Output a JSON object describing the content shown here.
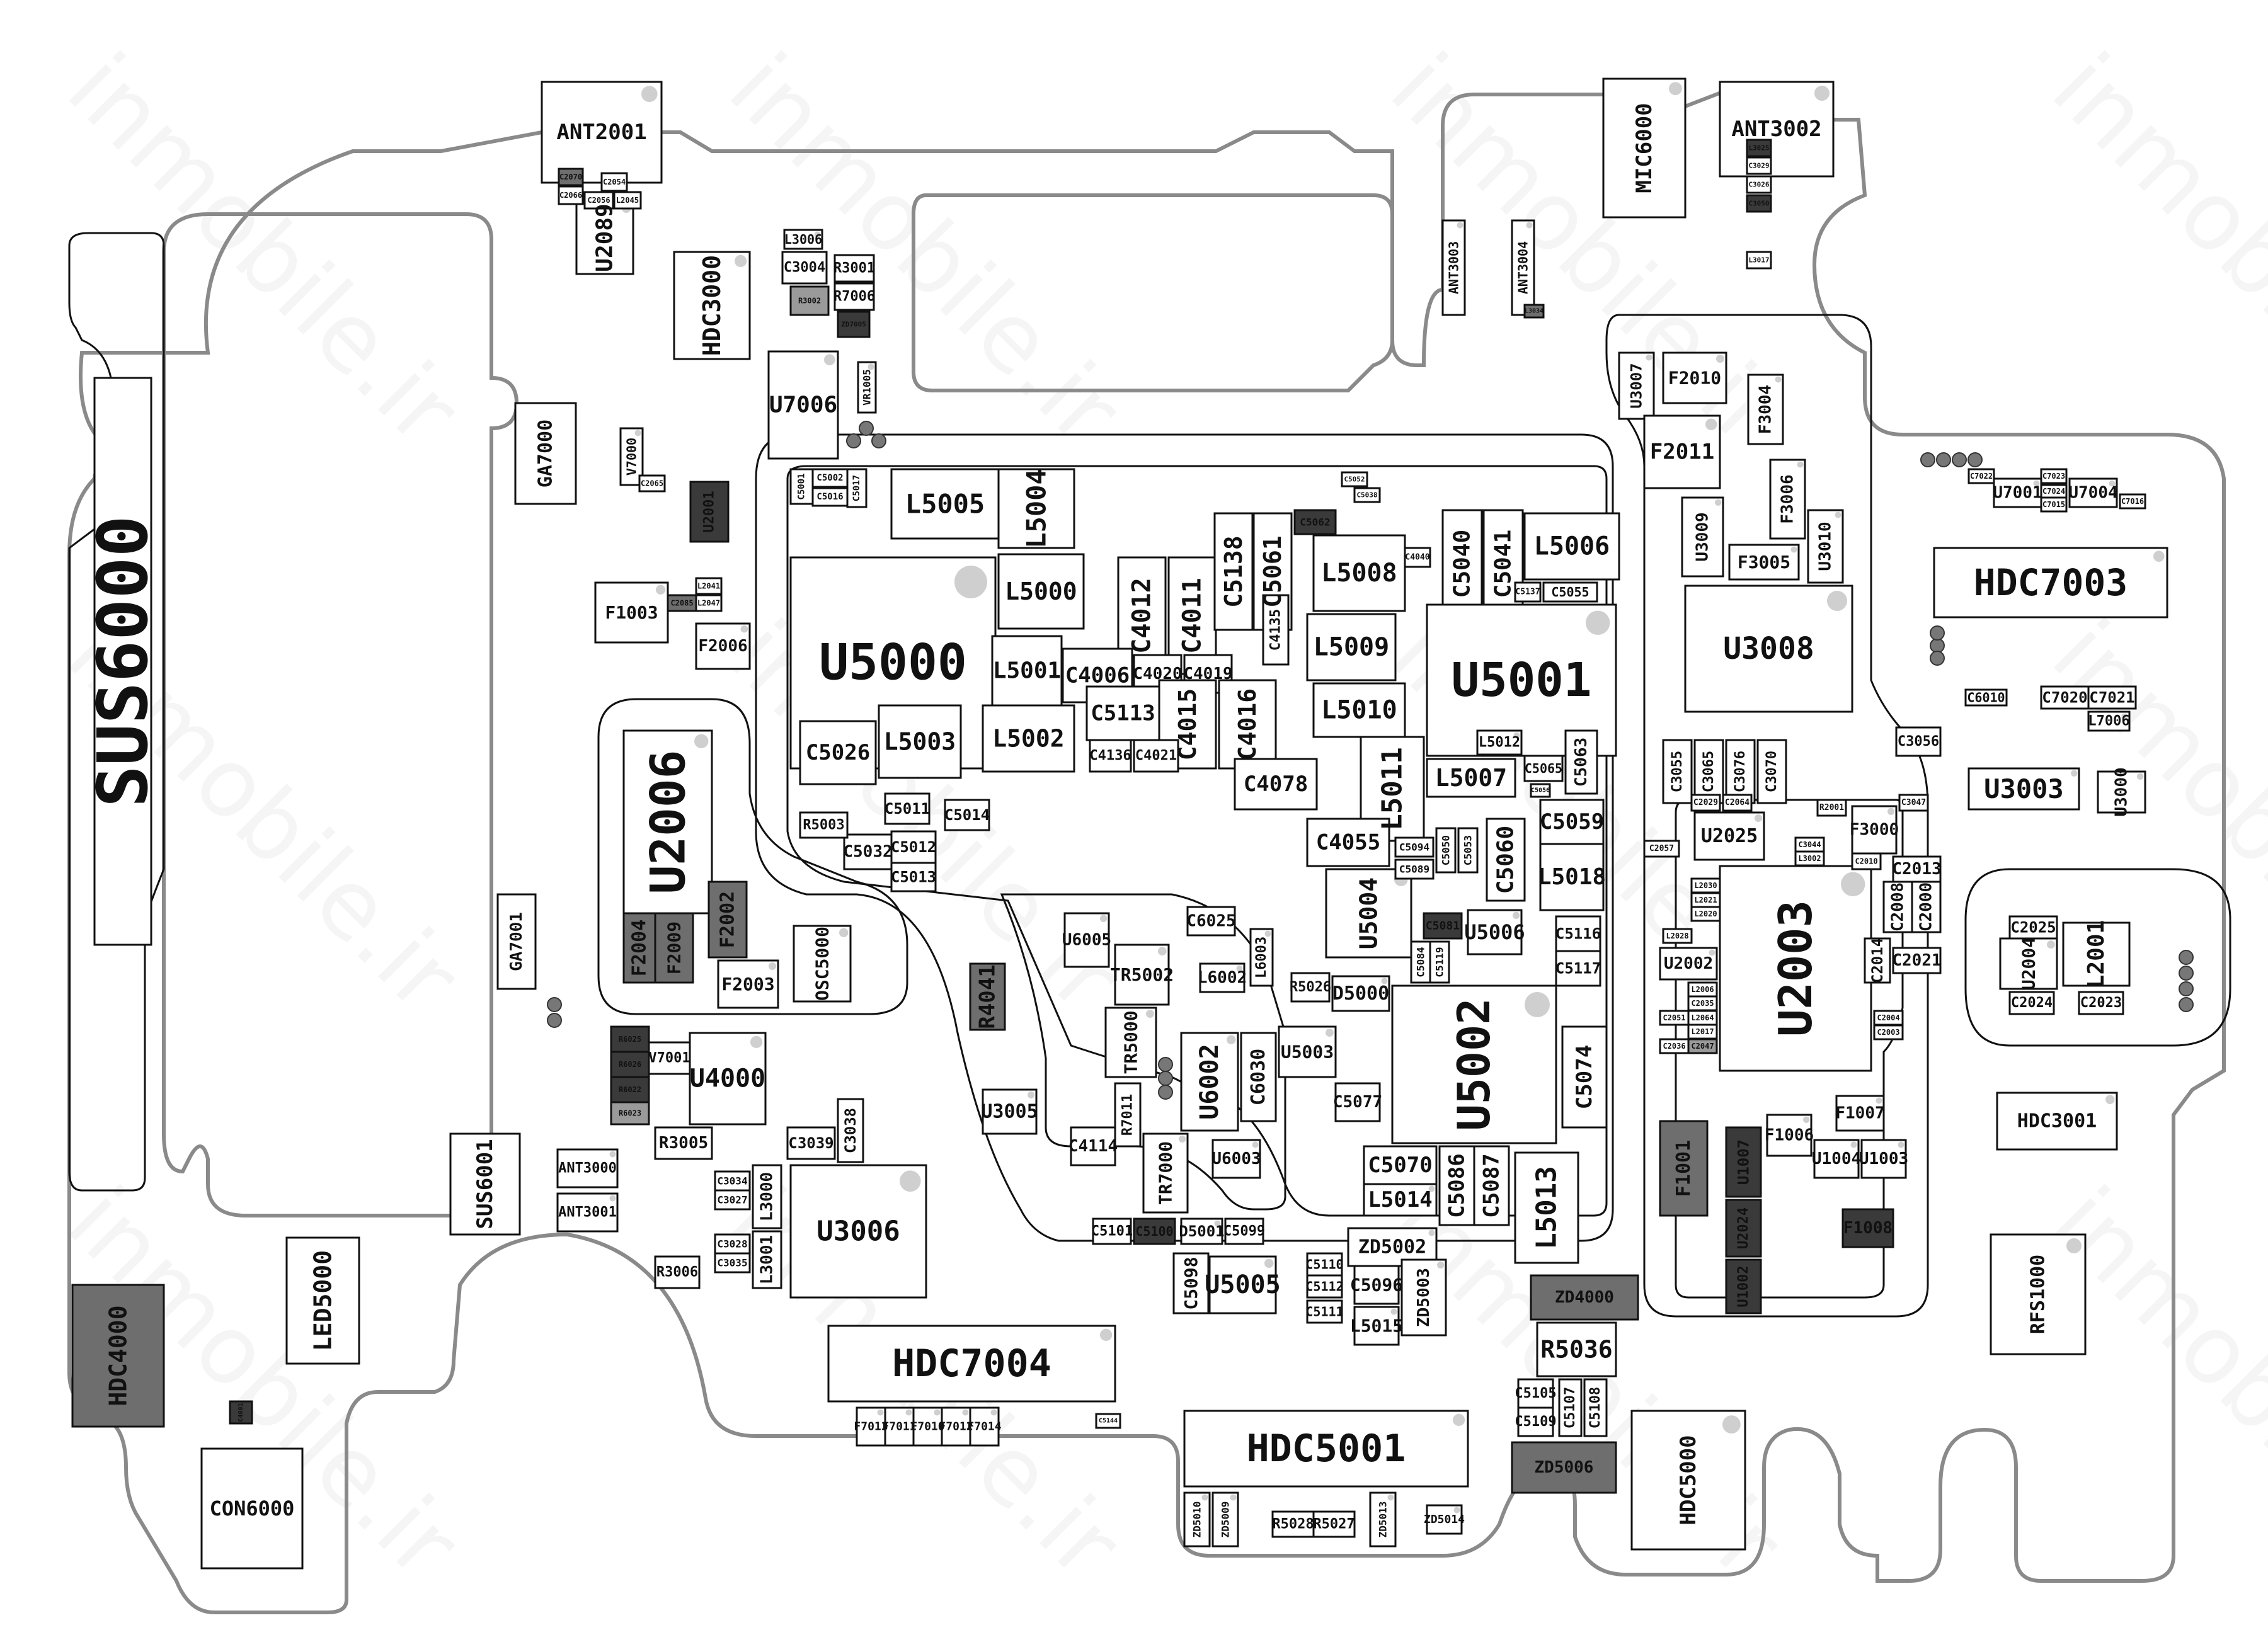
{
  "diagram": {
    "title": "PCB component placement",
    "watermark": "inmobile.ir",
    "colors": {
      "outline": "#8a8a8a",
      "fill_white": "#ffffff",
      "fill_light": "#9a9a9a",
      "fill_mid": "#6e6e6e",
      "fill_dark": "#3a3a3a",
      "text": "#111111",
      "pin1_dot": "#cfcfcf"
    }
  },
  "components": [
    {
      "id": "SUS6000",
      "shade": "white"
    },
    {
      "id": "ANT2001",
      "shade": "white"
    },
    {
      "id": "U2089",
      "shade": "white"
    },
    {
      "id": "HDC3000",
      "shade": "white"
    },
    {
      "id": "GA7000",
      "shade": "white"
    },
    {
      "id": "V7000",
      "shade": "white"
    },
    {
      "id": "U2001",
      "shade": "dark"
    },
    {
      "id": "F1003",
      "shade": "white"
    },
    {
      "id": "F2006",
      "shade": "white"
    },
    {
      "id": "U7006",
      "shade": "white"
    },
    {
      "id": "VR1005",
      "shade": "white"
    },
    {
      "id": "L3006",
      "shade": "white"
    },
    {
      "id": "C3004",
      "shade": "white"
    },
    {
      "id": "R3001",
      "shade": "white"
    },
    {
      "id": "R7006",
      "shade": "white"
    },
    {
      "id": "R3002",
      "shade": "light"
    },
    {
      "id": "ZD7005",
      "shade": "dark"
    },
    {
      "id": "ANT3003",
      "shade": "white"
    },
    {
      "id": "ANT3004",
      "shade": "white"
    },
    {
      "id": "MIC6000",
      "shade": "white"
    },
    {
      "id": "ANT3002",
      "shade": "white"
    },
    {
      "id": "U5000",
      "shade": "white"
    },
    {
      "id": "L5005",
      "shade": "white"
    },
    {
      "id": "L5004",
      "shade": "white"
    },
    {
      "id": "L5000",
      "shade": "white"
    },
    {
      "id": "C4012",
      "shade": "white"
    },
    {
      "id": "C4011",
      "shade": "white"
    },
    {
      "id": "C5138",
      "shade": "white"
    },
    {
      "id": "C5061",
      "shade": "white"
    },
    {
      "id": "C5062",
      "shade": "dark"
    },
    {
      "id": "L5008",
      "shade": "white"
    },
    {
      "id": "C5040",
      "shade": "white"
    },
    {
      "id": "C5041",
      "shade": "white"
    },
    {
      "id": "L5006",
      "shade": "white"
    },
    {
      "id": "C5055",
      "shade": "white"
    },
    {
      "id": "L5009",
      "shade": "white"
    },
    {
      "id": "C4135",
      "shade": "white"
    },
    {
      "id": "U5001",
      "shade": "white"
    },
    {
      "id": "L5001",
      "shade": "white"
    },
    {
      "id": "C4006",
      "shade": "white"
    },
    {
      "id": "C4020",
      "shade": "white"
    },
    {
      "id": "C4019",
      "shade": "white"
    },
    {
      "id": "L5010",
      "shade": "white"
    },
    {
      "id": "L5002",
      "shade": "white"
    },
    {
      "id": "C5113",
      "shade": "white"
    },
    {
      "id": "C4015",
      "shade": "white"
    },
    {
      "id": "C4016",
      "shade": "white"
    },
    {
      "id": "L5003",
      "shade": "white"
    },
    {
      "id": "C5026",
      "shade": "white"
    },
    {
      "id": "C4136",
      "shade": "white"
    },
    {
      "id": "C4021",
      "shade": "white"
    },
    {
      "id": "L5011",
      "shade": "white"
    },
    {
      "id": "L5007",
      "shade": "white"
    },
    {
      "id": "C4078",
      "shade": "white"
    },
    {
      "id": "L5012",
      "shade": "white"
    },
    {
      "id": "C5065",
      "shade": "white"
    },
    {
      "id": "C5063",
      "shade": "white"
    },
    {
      "id": "C5059",
      "shade": "white"
    },
    {
      "id": "C4055",
      "shade": "white"
    },
    {
      "id": "C5060",
      "shade": "white"
    },
    {
      "id": "L5018",
      "shade": "white"
    },
    {
      "id": "U5004",
      "shade": "white"
    },
    {
      "id": "C5081",
      "shade": "dark"
    },
    {
      "id": "U5006",
      "shade": "white"
    },
    {
      "id": "C5116",
      "shade": "white"
    },
    {
      "id": "C5117",
      "shade": "white"
    },
    {
      "id": "D5000",
      "shade": "white"
    },
    {
      "id": "R5026",
      "shade": "white"
    },
    {
      "id": "U5003",
      "shade": "white"
    },
    {
      "id": "C5077",
      "shade": "white"
    },
    {
      "id": "U5002",
      "shade": "white"
    },
    {
      "id": "C5074",
      "shade": "white"
    },
    {
      "id": "C5070",
      "shade": "white"
    },
    {
      "id": "L5014",
      "shade": "white"
    },
    {
      "id": "C5086",
      "shade": "white"
    },
    {
      "id": "C5087",
      "shade": "white"
    },
    {
      "id": "L5013",
      "shade": "white"
    },
    {
      "id": "ZD5002",
      "shade": "white"
    },
    {
      "id": "C5011",
      "shade": "white"
    },
    {
      "id": "C5014",
      "shade": "white"
    },
    {
      "id": "C5032",
      "shade": "white"
    },
    {
      "id": "C5012",
      "shade": "white"
    },
    {
      "id": "C5013",
      "shade": "white"
    },
    {
      "id": "R5003",
      "shade": "white"
    },
    {
      "id": "U2006",
      "shade": "white"
    },
    {
      "id": "F2004",
      "shade": "mid"
    },
    {
      "id": "F2009",
      "shade": "mid"
    },
    {
      "id": "F2002",
      "shade": "mid"
    },
    {
      "id": "F2003",
      "shade": "white"
    },
    {
      "id": "OSC5000",
      "shade": "white"
    },
    {
      "id": "GA7001",
      "shade": "white"
    },
    {
      "id": "U4000",
      "shade": "white"
    },
    {
      "id": "V7001",
      "shade": "white"
    },
    {
      "id": "R3005",
      "shade": "white"
    },
    {
      "id": "C3039",
      "shade": "white"
    },
    {
      "id": "C3038",
      "shade": "white"
    },
    {
      "id": "R4041",
      "shade": "mid"
    },
    {
      "id": "U6005",
      "shade": "white"
    },
    {
      "id": "C6025",
      "shade": "white"
    },
    {
      "id": "TR5002",
      "shade": "white"
    },
    {
      "id": "L6002",
      "shade": "white"
    },
    {
      "id": "L6003",
      "shade": "white"
    },
    {
      "id": "TR5000",
      "shade": "white"
    },
    {
      "id": "U6002",
      "shade": "white"
    },
    {
      "id": "C6030",
      "shade": "white"
    },
    {
      "id": "R7011",
      "shade": "white"
    },
    {
      "id": "TR7000",
      "shade": "white"
    },
    {
      "id": "C4114",
      "shade": "white"
    },
    {
      "id": "U6003",
      "shade": "white"
    },
    {
      "id": "U3005",
      "shade": "white"
    },
    {
      "id": "SUS6001",
      "shade": "white"
    },
    {
      "id": "ANT3000",
      "shade": "white"
    },
    {
      "id": "ANT3001",
      "shade": "white"
    },
    {
      "id": "L3000",
      "shade": "white"
    },
    {
      "id": "L3001",
      "shade": "white"
    },
    {
      "id": "U3006",
      "shade": "white"
    },
    {
      "id": "R3006",
      "shade": "white"
    },
    {
      "id": "LED5000",
      "shade": "white"
    },
    {
      "id": "HDC4000",
      "shade": "mid"
    },
    {
      "id": "CON6000",
      "shade": "white"
    },
    {
      "id": "HDC7004",
      "shade": "white"
    },
    {
      "id": "F7013",
      "shade": "white"
    },
    {
      "id": "F7011",
      "shade": "white"
    },
    {
      "id": "F7010",
      "shade": "white"
    },
    {
      "id": "F7012",
      "shade": "white"
    },
    {
      "id": "F7014",
      "shade": "white"
    },
    {
      "id": "C5101",
      "shade": "white"
    },
    {
      "id": "C5100",
      "shade": "dark"
    },
    {
      "id": "D5001",
      "shade": "white"
    },
    {
      "id": "C5099",
      "shade": "white"
    },
    {
      "id": "C5098",
      "shade": "white"
    },
    {
      "id": "U5005",
      "shade": "white"
    },
    {
      "id": "C5110",
      "shade": "white"
    },
    {
      "id": "C5112",
      "shade": "white"
    },
    {
      "id": "C5111",
      "shade": "white"
    },
    {
      "id": "C5096",
      "shade": "white"
    },
    {
      "id": "L5015",
      "shade": "white"
    },
    {
      "id": "ZD5003",
      "shade": "white"
    },
    {
      "id": "ZD4000",
      "shade": "mid"
    },
    {
      "id": "R5036",
      "shade": "white"
    },
    {
      "id": "C5105",
      "shade": "white"
    },
    {
      "id": "C5109",
      "shade": "white"
    },
    {
      "id": "C5107",
      "shade": "white"
    },
    {
      "id": "C5108",
      "shade": "white"
    },
    {
      "id": "ZD5006",
      "shade": "mid"
    },
    {
      "id": "HDC5001",
      "shade": "white"
    },
    {
      "id": "R5028",
      "shade": "white"
    },
    {
      "id": "R5027",
      "shade": "white"
    },
    {
      "id": "ZD5010",
      "shade": "white"
    },
    {
      "id": "ZD5009",
      "shade": "white"
    },
    {
      "id": "ZD5013",
      "shade": "white"
    },
    {
      "id": "ZD5014",
      "shade": "white"
    },
    {
      "id": "HDC5000",
      "shade": "white"
    },
    {
      "id": "F2010",
      "shade": "white"
    },
    {
      "id": "U3007",
      "shade": "white"
    },
    {
      "id": "F2011",
      "shade": "white"
    },
    {
      "id": "F3004",
      "shade": "white"
    },
    {
      "id": "F3006",
      "shade": "white"
    },
    {
      "id": "F3005",
      "shade": "white"
    },
    {
      "id": "U3009",
      "shade": "white"
    },
    {
      "id": "U3010",
      "shade": "white"
    },
    {
      "id": "U3008",
      "shade": "white"
    },
    {
      "id": "C3056",
      "shade": "white"
    },
    {
      "id": "C3055",
      "shade": "white"
    },
    {
      "id": "C3065",
      "shade": "white"
    },
    {
      "id": "C3076",
      "shade": "white"
    },
    {
      "id": "C3070",
      "shade": "white"
    },
    {
      "id": "U2025",
      "shade": "white"
    },
    {
      "id": "F3000",
      "shade": "white"
    },
    {
      "id": "C2013",
      "shade": "white"
    },
    {
      "id": "C2008",
      "shade": "white"
    },
    {
      "id": "C2000",
      "shade": "white"
    },
    {
      "id": "U2003",
      "shade": "white"
    },
    {
      "id": "C2014",
      "shade": "white"
    },
    {
      "id": "C2021",
      "shade": "white"
    },
    {
      "id": "U2002",
      "shade": "white"
    },
    {
      "id": "F1001",
      "shade": "mid"
    },
    {
      "id": "U1007",
      "shade": "dark"
    },
    {
      "id": "F1006",
      "shade": "white"
    },
    {
      "id": "U1004",
      "shade": "white"
    },
    {
      "id": "U1003",
      "shade": "white"
    },
    {
      "id": "F1007",
      "shade": "white"
    },
    {
      "id": "F1008",
      "shade": "dark"
    },
    {
      "id": "U2024",
      "shade": "dark"
    },
    {
      "id": "U1002",
      "shade": "dark"
    },
    {
      "id": "U7001",
      "shade": "white"
    },
    {
      "id": "U7004",
      "shade": "white"
    },
    {
      "id": "HDC7003",
      "shade": "white"
    },
    {
      "id": "C6010",
      "shade": "white"
    },
    {
      "id": "C7020",
      "shade": "white"
    },
    {
      "id": "C7021",
      "shade": "white"
    },
    {
      "id": "L7006",
      "shade": "white"
    },
    {
      "id": "U3003",
      "shade": "white"
    },
    {
      "id": "U3000",
      "shade": "white"
    },
    {
      "id": "C2025",
      "shade": "white"
    },
    {
      "id": "U2004",
      "shade": "white"
    },
    {
      "id": "L2001",
      "shade": "white"
    },
    {
      "id": "C2024",
      "shade": "white"
    },
    {
      "id": "C2023",
      "shade": "white"
    },
    {
      "id": "HDC3001",
      "shade": "white"
    },
    {
      "id": "RFS1000",
      "shade": "white"
    },
    {
      "id": "C2070",
      "shade": "mid"
    },
    {
      "id": "C2054",
      "shade": "white"
    },
    {
      "id": "C2066",
      "shade": "white"
    },
    {
      "id": "C2056",
      "shade": "white"
    },
    {
      "id": "L2045",
      "shade": "white"
    },
    {
      "id": "C2065",
      "shade": "white"
    },
    {
      "id": "C2085",
      "shade": "mid"
    },
    {
      "id": "L2041",
      "shade": "white"
    },
    {
      "id": "L2047",
      "shade": "white"
    },
    {
      "id": "C5002",
      "shade": "white"
    },
    {
      "id": "C5016",
      "shade": "white"
    },
    {
      "id": "C5017",
      "shade": "white"
    },
    {
      "id": "C5001",
      "shade": "white"
    },
    {
      "id": "C5052",
      "shade": "white"
    },
    {
      "id": "C5038",
      "shade": "white"
    },
    {
      "id": "C4040",
      "shade": "white"
    },
    {
      "id": "C5137",
      "shade": "white"
    },
    {
      "id": "C5094",
      "shade": "white"
    },
    {
      "id": "C5089",
      "shade": "white"
    },
    {
      "id": "C5050",
      "shade": "white"
    },
    {
      "id": "C5053",
      "shade": "white"
    },
    {
      "id": "C5056",
      "shade": "white"
    },
    {
      "id": "C5084",
      "shade": "white"
    },
    {
      "id": "C5119",
      "shade": "white"
    },
    {
      "id": "C3034",
      "shade": "white"
    },
    {
      "id": "C3027",
      "shade": "white"
    },
    {
      "id": "C3028",
      "shade": "white"
    },
    {
      "id": "C3035",
      "shade": "white"
    },
    {
      "id": "R6023",
      "shade": "light"
    },
    {
      "id": "R6022",
      "shade": "dark"
    },
    {
      "id": "R6025",
      "shade": "dark"
    },
    {
      "id": "R6026",
      "shade": "dark"
    },
    {
      "id": "C7022",
      "shade": "white"
    },
    {
      "id": "C7023",
      "shade": "white"
    },
    {
      "id": "C7024",
      "shade": "white"
    },
    {
      "id": "C7015",
      "shade": "white"
    },
    {
      "id": "C7016",
      "shade": "white"
    },
    {
      "id": "C3029",
      "shade": "white"
    },
    {
      "id": "C3026",
      "shade": "white"
    },
    {
      "id": "L3025",
      "shade": "dark"
    },
    {
      "id": "C3050",
      "shade": "dark"
    },
    {
      "id": "L3017",
      "shade": "white"
    },
    {
      "id": "L3034",
      "shade": "mid"
    },
    {
      "id": "C4001",
      "shade": "dark"
    },
    {
      "id": "C5144",
      "shade": "white"
    },
    {
      "id": "C2057",
      "shade": "white"
    },
    {
      "id": "C2029",
      "shade": "white"
    },
    {
      "id": "C2064",
      "shade": "white"
    },
    {
      "id": "R2001",
      "shade": "white"
    },
    {
      "id": "C3047",
      "shade": "white"
    },
    {
      "id": "C3044",
      "shade": "white"
    },
    {
      "id": "L3002",
      "shade": "white"
    },
    {
      "id": "C2010",
      "shade": "white"
    },
    {
      "id": "L2030",
      "shade": "white"
    },
    {
      "id": "L2021",
      "shade": "white"
    },
    {
      "id": "L2020",
      "shade": "white"
    },
    {
      "id": "L2028",
      "shade": "white"
    },
    {
      "id": "L2006",
      "shade": "white"
    },
    {
      "id": "C2035",
      "shade": "white"
    },
    {
      "id": "C2051",
      "shade": "white"
    },
    {
      "id": "L2064",
      "shade": "white"
    },
    {
      "id": "L2017",
      "shade": "white"
    },
    {
      "id": "C2036",
      "shade": "white"
    },
    {
      "id": "C2047",
      "shade": "light"
    },
    {
      "id": "C2004",
      "shade": "white"
    },
    {
      "id": "C2003",
      "shade": "white"
    }
  ]
}
